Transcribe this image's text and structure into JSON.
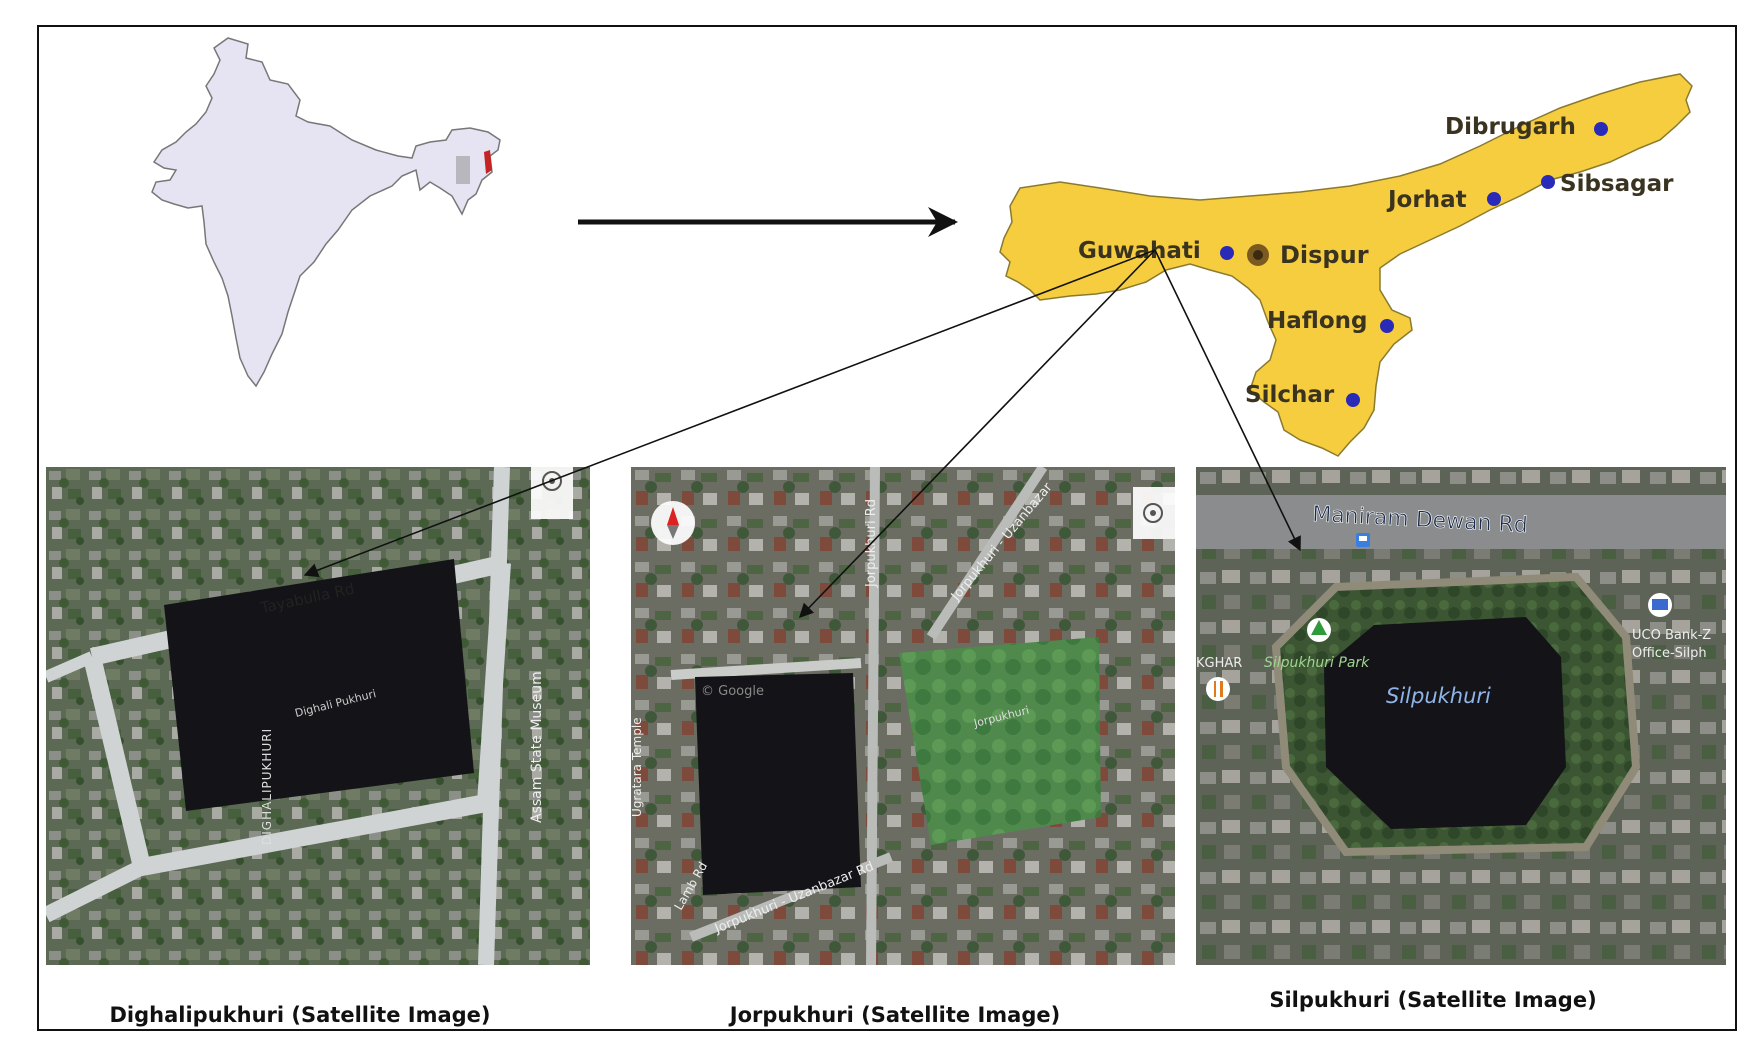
{
  "assam_map": {
    "fill_color": "#f5cd3f",
    "cities": [
      {
        "name": "Dibrugarh"
      },
      {
        "name": "Sibsagar"
      },
      {
        "name": "Jorhat"
      },
      {
        "name": "Guwahati"
      },
      {
        "name": "Dispur"
      },
      {
        "name": "Haflong"
      },
      {
        "name": "Silchar"
      }
    ],
    "city_marker_color": "#2a2ab8"
  },
  "india_map": {
    "fill_color": "#e6e4f2"
  },
  "panels": [
    {
      "caption": "Dighalipukhuri (Satellite Image)",
      "labels": {
        "road": "Tayabulla Rd",
        "lake_vertical": "DIGHALIPUKHURI",
        "lake": "Dighali Pukhuri",
        "museum": "Assam State Museum"
      },
      "icons": [
        "location-target-icon"
      ]
    },
    {
      "caption": "Jorpukhuri (Satellite Image)",
      "labels": {
        "road_1": "Jorpukhuri Rd",
        "road_2": "Jorpukhuri - Uzanbazar",
        "road_3": "Jorpukhuri - Uzanbazar Rd",
        "lake": "Jorpukhuri",
        "temple": "Ugratara Temple",
        "lamb": "Lamb Rd",
        "watermark": "© Google"
      },
      "icons": [
        "compass-icon",
        "location-target-icon"
      ]
    },
    {
      "caption": "Silpukhuri (Satellite Image)",
      "labels": {
        "road": "Maniram Dewan Rd",
        "park": "Silpukhuri Park",
        "lake": "Silpukhuri",
        "bank_1": "UCO Bank-Z",
        "bank_2": "Office-Silph",
        "left": "KGHAR"
      },
      "icons": [
        "bus-stop-icon",
        "park-tree-icon",
        "restaurant-icon",
        "bank-icon"
      ]
    }
  ],
  "colors": {
    "lake_water": "#141418",
    "vegetation": "#3a5a32",
    "road": "#cfd3d4",
    "arrow": "#111111"
  }
}
